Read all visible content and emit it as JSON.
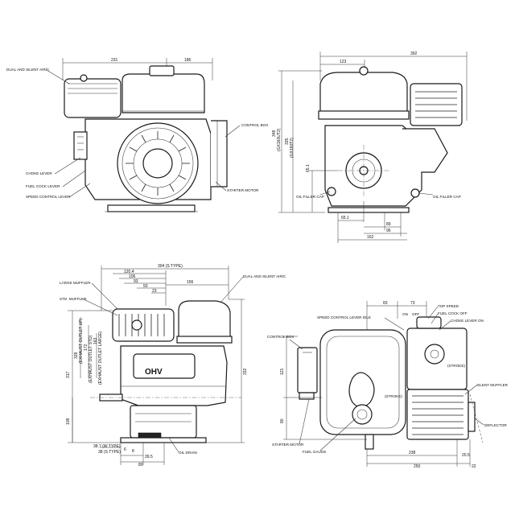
{
  "view1": {
    "dims": {
      "left": "231",
      "right": "186"
    },
    "labels": {
      "dual_silent": "DUAL AND SILENT AIR/C",
      "control_box": "CONTROL BOX",
      "choke": "CHOKE LEVER",
      "fuel_cock": "FUEL COCK LEVER",
      "speed_control": "SPEED CONTROL LEVER",
      "starter": "STARTER MOTOR"
    }
  },
  "view2": {
    "dims": {
      "top_total": "392",
      "top_left": "123",
      "h_total": "348",
      "h_total_sub": "(GX160UT2)",
      "h_mid": "335",
      "h_mid_sub": "(GX160T2)",
      "h_small": "65.1",
      "b1": "65.1",
      "b2": "89",
      "b3": "96",
      "b4": "162"
    },
    "labels": {
      "oil_cap_left": "OIL FILLER CAP",
      "oil_cap_right": "OIL FILLER CAP"
    }
  },
  "view3": {
    "dims": {
      "top": "304 (S TYPE)",
      "d1": "120.4",
      "d2": "106",
      "d3": "93",
      "d4": "50",
      "d5": "23",
      "d6": "156",
      "v1": "332",
      "v2": "317",
      "v3": "108",
      "v4": "328",
      "v4_sub": "(EXHAUST OUTLET UP)",
      "v5": "172",
      "v5_sub": "(EXHAUST OUTLET STD)",
      "v6": "163",
      "v6_sub": "(EXHAUST OUTLET LARGE)",
      "b1": "38.7 (W TYPE)",
      "b2": "38 (S TYPE)",
      "b3": "6",
      "b4": "8",
      "b5": "39.5",
      "b6": "80"
    },
    "labels": {
      "large_muffler": "LARGE MUFFLER",
      "std_muffler": "STD. MUFFLER",
      "dual_silent": "DUAL AND SILENT AIR/C",
      "oil_drain": "OIL DRAIN",
      "ohv": "OHV"
    }
  },
  "view4": {
    "dims": {
      "t1": "83",
      "t2": "73",
      "v1": "121",
      "v2": "80",
      "b1": "238",
      "b2": "20.5",
      "b3": "250",
      "b4": "22",
      "pos_on": "ON",
      "pos_off": "OFF"
    },
    "labels": {
      "speed_idle": "SPEED CONTROL LEVER IDLE",
      "top_speed": "TOP SPEED",
      "fuel_cock_off": "FUEL COCK OFF",
      "choke_on": "CHOKE LEVER ON",
      "control_box": "CONTROL BOX",
      "stroke1": "(STROKE)",
      "stroke2": "(STROKE)",
      "silent_muffler": "SILENT MUFFLER",
      "deflector": "DEFLECTOR",
      "starter": "STARTER MOTOR",
      "fuel_gauge": "FUEL GAUGE"
    }
  }
}
